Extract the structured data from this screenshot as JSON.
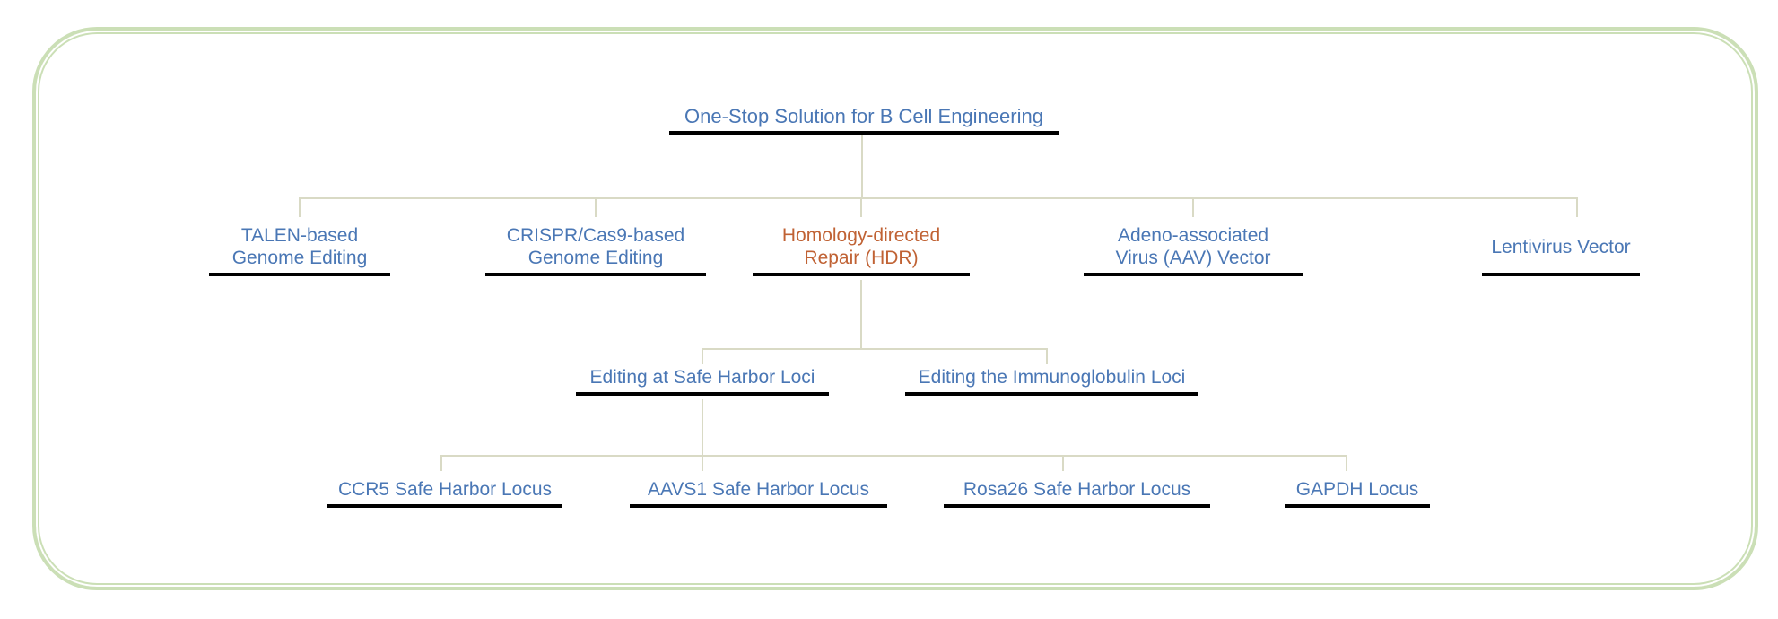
{
  "colors": {
    "node_text": "#4A77B5",
    "accent_text": "#C06234",
    "connector": "#D9DAC5",
    "frame_border": "#CBDFB6",
    "underline": "#000000"
  },
  "tree": {
    "root": {
      "label": "One-Stop Solution for B Cell Engineering",
      "children": [
        {
          "label": "TALEN-based\nGenome Editing"
        },
        {
          "label": "CRISPR/Cas9-based\nGenome Editing"
        },
        {
          "label": "Homology-directed\nRepair (HDR)",
          "children": [
            {
              "label": "Editing at Safe Harbor Loci",
              "children": [
                {
                  "label": "CCR5 Safe Harbor Locus"
                },
                {
                  "label": "AAVS1 Safe Harbor Locus"
                },
                {
                  "label": "Rosa26 Safe Harbor Locus"
                },
                {
                  "label": "GAPDH Locus"
                }
              ]
            },
            {
              "label": "Editing the Immunoglobulin Loci"
            }
          ]
        },
        {
          "label": "Adeno-associated\nVirus (AAV) Vector"
        },
        {
          "label": "Lentivirus Vector"
        }
      ]
    }
  }
}
